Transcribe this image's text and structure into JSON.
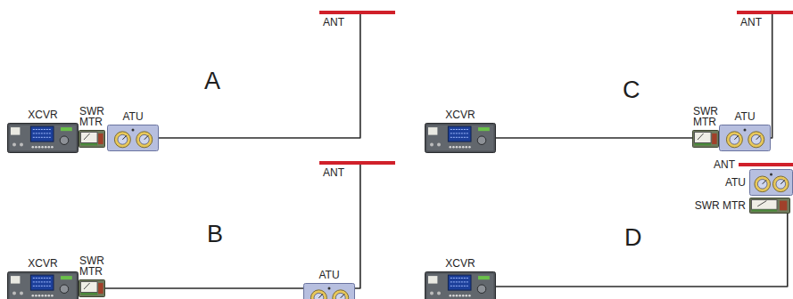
{
  "diagram": {
    "nodes": [
      {
        "text": [
          "XCVR"
        ]
      },
      {
        "text": [
          "SWR MTR"
        ]
      },
      {
        "text": [
          "ATU"
        ]
      },
      {
        "text": [
          "ANT"
        ]
      },
      {
        "text": [
          "XCVR"
        ]
      },
      {
        "text": [
          "SWR MTR"
        ]
      },
      {
        "text": [
          "ATU"
        ]
      },
      {
        "text": [
          "ANT"
        ]
      },
      {
        "text": [
          "XCVR"
        ]
      },
      {
        "text": [
          "SWR MTR"
        ]
      },
      {
        "text": [
          "ATU"
        ]
      },
      {
        "text": [
          "ANT"
        ]
      },
      {
        "text": [
          "XCVR"
        ]
      },
      {
        "text": [
          "SWR MTR"
        ]
      },
      {
        "text": [
          "ATU"
        ]
      },
      {
        "text": [
          "ANT"
        ]
      }
    ],
    "edges": [
      {
        "from": 2,
        "to": 3,
        "arrow": "none"
      },
      {
        "from": 5,
        "to": 6,
        "arrow": "none"
      },
      {
        "from": 6,
        "to": 7,
        "arrow": "none"
      },
      {
        "from": 8,
        "to": 9,
        "arrow": "none"
      },
      {
        "from": 10,
        "to": 11,
        "arrow": "none"
      },
      {
        "from": 12,
        "to": 13,
        "arrow": "none"
      }
    ],
    "labels": [
      "A",
      "B",
      "C",
      "D"
    ]
  }
}
